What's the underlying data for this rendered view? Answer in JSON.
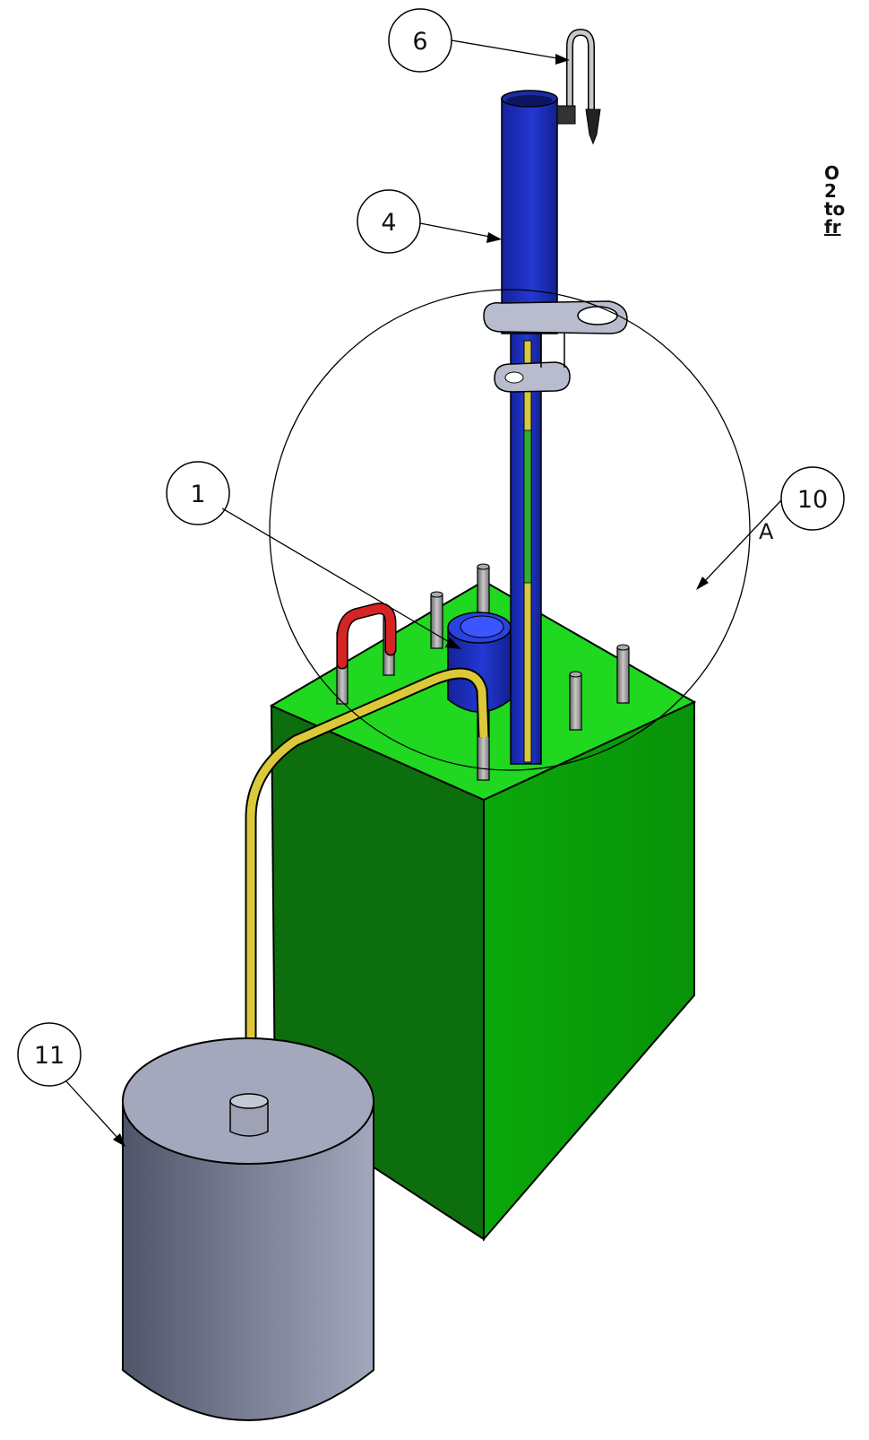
{
  "colors": {
    "tank_top": "#22dd22",
    "tank_left": "#0c6b0c",
    "tank_right": "#0aa10a",
    "column": "#1a2fc0",
    "tube": "#d8c93a",
    "drum": "#9a9fb4",
    "red_handle": "#cc2222"
  },
  "balloons": [
    {
      "id": "6",
      "label": "6"
    },
    {
      "id": "4",
      "label": "4"
    },
    {
      "id": "1",
      "label": "1"
    },
    {
      "id": "10",
      "label": "10"
    },
    {
      "id": "11",
      "label": "11"
    }
  ],
  "detail_label": "A",
  "note_lines": [
    "O",
    "2",
    "to",
    "fr"
  ]
}
